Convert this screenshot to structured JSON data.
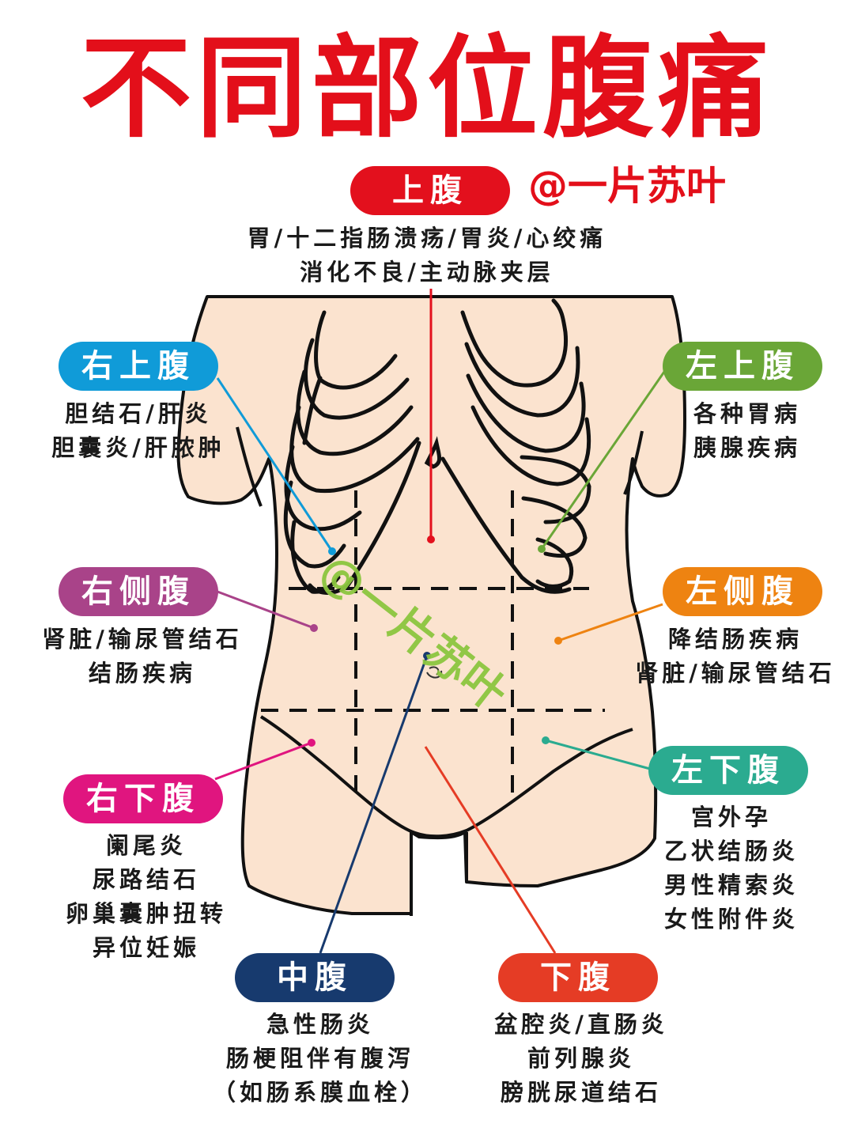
{
  "title": "不同部位腹痛",
  "watermark": "@一片苏叶",
  "watermark_overlay": "@一片苏叶",
  "colors": {
    "title": "#e30f1a",
    "skin": "#fbe3cf",
    "upper": "#e3101d",
    "right_upper": "#109bd8",
    "left_upper": "#6aa637",
    "right_side": "#a94389",
    "left_side": "#ee8311",
    "right_lower": "#e0157f",
    "left_lower": "#2bab90",
    "middle": "#173a6e",
    "lower": "#e53c25",
    "watermark_green": "#8cc63f"
  },
  "regions": {
    "upper": {
      "label": "上腹",
      "lines": [
        "胃/十二指肠溃疡/胃炎/心绞痛",
        "消化不良/主动脉夹层"
      ]
    },
    "right_upper": {
      "label": "右上腹",
      "lines": [
        "胆结石/肝炎",
        "胆囊炎/肝脓肿"
      ]
    },
    "left_upper": {
      "label": "左上腹",
      "lines": [
        "各种胃病",
        "胰腺疾病"
      ]
    },
    "right_side": {
      "label": "右侧腹",
      "lines": [
        "肾脏/输尿管结石",
        "结肠疾病"
      ]
    },
    "left_side": {
      "label": "左侧腹",
      "lines": [
        "降结肠疾病",
        "肾脏/输尿管结石"
      ]
    },
    "right_lower": {
      "label": "右下腹",
      "lines": [
        "阑尾炎",
        "尿路结石",
        "卵巢囊肿扭转",
        "异位妊娠"
      ]
    },
    "left_lower": {
      "label": "左下腹",
      "lines": [
        "宫外孕",
        "乙状结肠炎",
        "男性精索炎",
        "女性附件炎"
      ]
    },
    "middle": {
      "label": "中腹",
      "lines": [
        "急性肠炎",
        "肠梗阻伴有腹泻",
        "（如肠系膜血栓）"
      ]
    },
    "lower": {
      "label": "下腹",
      "lines": [
        "盆腔炎/直肠炎",
        "前列腺炎",
        "膀胱尿道结石"
      ]
    }
  }
}
